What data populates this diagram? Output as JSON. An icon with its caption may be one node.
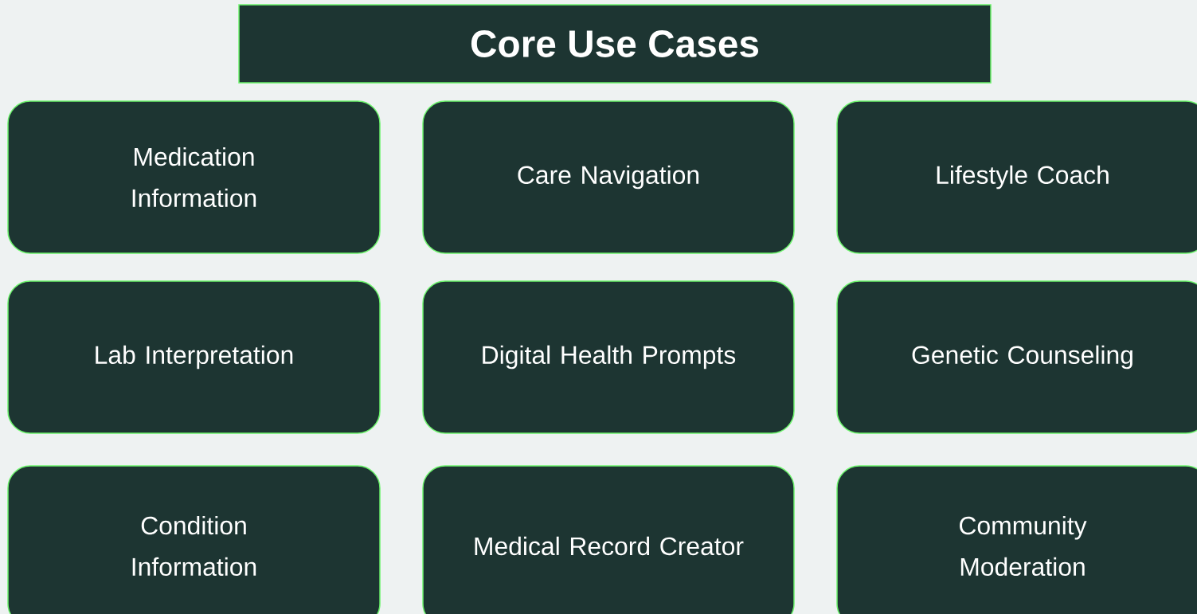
{
  "diagram": {
    "title": "Core Use Cases",
    "nodes": [
      {
        "text": [
          "Medication Information"
        ]
      },
      {
        "text": [
          "Care Navigation"
        ]
      },
      {
        "text": [
          "Lifestyle Coach"
        ]
      },
      {
        "text": [
          "Lab Interpretation"
        ]
      },
      {
        "text": [
          "Digital Health Prompts"
        ]
      },
      {
        "text": [
          "Genetic Counseling"
        ]
      },
      {
        "text": [
          "Condition Information"
        ]
      },
      {
        "text": [
          "Medical Record Creator"
        ]
      },
      {
        "text": [
          "Community Moderation"
        ]
      }
    ]
  }
}
